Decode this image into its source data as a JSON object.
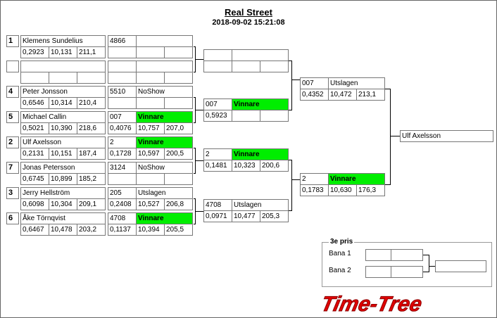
{
  "event": {
    "title": "Real Street",
    "datetime": "2018-09-02 15:21:08"
  },
  "round1": [
    {
      "seed": "1",
      "name": "Klemens Sundelius",
      "stats": [
        "0,2923",
        "10,131",
        "211,1"
      ],
      "res": {
        "code": "4866",
        "label": "",
        "stats": [
          "",
          "",
          ""
        ]
      }
    },
    {
      "seed": "",
      "name": "",
      "stats": [
        "",
        "",
        ""
      ],
      "res": {
        "code": "",
        "label": "",
        "stats": [
          "",
          "",
          ""
        ]
      }
    },
    {
      "seed": "4",
      "name": "Peter Jonsson",
      "stats": [
        "0,6546",
        "10,314",
        "210,4"
      ],
      "res": {
        "code": "5510",
        "label": "NoShow",
        "stats": [
          "",
          "",
          ""
        ]
      }
    },
    {
      "seed": "5",
      "name": "Michael Callin",
      "stats": [
        "0,5021",
        "10,390",
        "218,6"
      ],
      "res": {
        "code": "007",
        "label": "Vinnare",
        "stats": [
          "0,4076",
          "10,757",
          "207,0"
        ]
      }
    },
    {
      "seed": "2",
      "name": "Ulf Axelsson",
      "stats": [
        "0,2131",
        "10,151",
        "187,4"
      ],
      "res": {
        "code": "2",
        "label": "Vinnare",
        "stats": [
          "0,1728",
          "10,597",
          "200,5"
        ]
      }
    },
    {
      "seed": "7",
      "name": "Jonas Petersson",
      "stats": [
        "0,6745",
        "10,899",
        "185,2"
      ],
      "res": {
        "code": "3124",
        "label": "NoShow",
        "stats": [
          "",
          "",
          ""
        ]
      }
    },
    {
      "seed": "3",
      "name": "Jerry Hellström",
      "stats": [
        "0,6098",
        "10,304",
        "209,1"
      ],
      "res": {
        "code": "205",
        "label": "Utslagen",
        "stats": [
          "0,2408",
          "10,527",
          "206,8"
        ]
      }
    },
    {
      "seed": "6",
      "name": "Åke Törnqvist",
      "stats": [
        "0,6467",
        "10,478",
        "203,2"
      ],
      "res": {
        "code": "4708",
        "label": "Vinnare",
        "stats": [
          "0,1137",
          "10,394",
          "205,5"
        ]
      }
    }
  ],
  "round2": [
    {
      "code": "",
      "label": "",
      "stats": [
        "",
        "",
        ""
      ]
    },
    {
      "code": "007",
      "label": "Vinnare",
      "stats": [
        "0,5923",
        "",
        ""
      ]
    },
    {
      "code": "2",
      "label": "Vinnare",
      "stats": [
        "0,1481",
        "10,323",
        "200,6"
      ]
    },
    {
      "code": "4708",
      "label": "Utslagen",
      "stats": [
        "0,0971",
        "10,477",
        "205,3"
      ]
    }
  ],
  "semis": [
    {
      "code": "007",
      "label": "Utslagen",
      "stats": [
        "0,4352",
        "10,472",
        "213,1"
      ]
    },
    {
      "code": "2",
      "label": "Vinnare",
      "stats": [
        "0,1783",
        "10,630",
        "176,3"
      ]
    }
  ],
  "champion": "Ulf Axelsson",
  "third_place": {
    "title": "3e pris",
    "lane1": "Bana 1",
    "lane2": "Bana 2"
  },
  "logo_text": "Time-Tree",
  "colors": {
    "winner": "#00ee00",
    "logo": "#e00000"
  }
}
